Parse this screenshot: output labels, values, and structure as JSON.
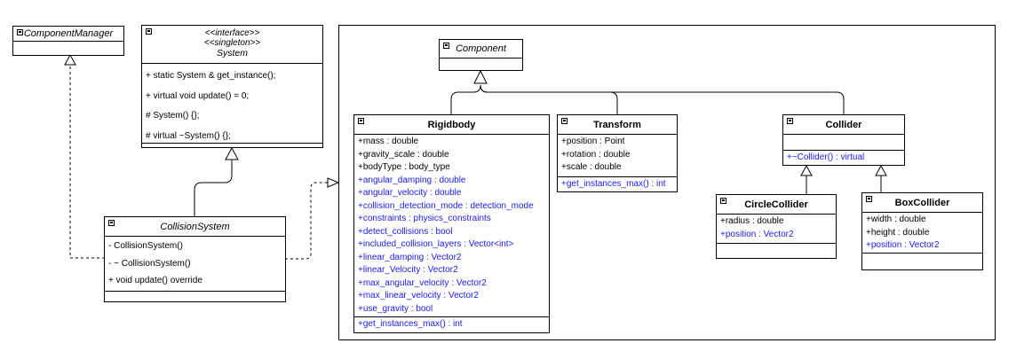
{
  "classes": {
    "component_manager": {
      "name": "ComponentManager"
    },
    "system": {
      "stereotype_1": "<<interface>>",
      "stereotype_2": "<<singleton>>",
      "name": "System",
      "ops": [
        "+ static System & get_instance();",
        "+ virtual void update() = 0;",
        "# System() {};",
        "# virtual ~System() {};"
      ]
    },
    "collision_system": {
      "name": "CollisionSystem",
      "ops": [
        "- CollisionSystem()",
        "- ~ CollisionSystem()",
        "+ void update() override"
      ]
    },
    "component": {
      "name": "Component"
    },
    "rigidbody": {
      "name": "Rigidbody",
      "attrs": [
        "+mass : double",
        "+gravity_scale : double",
        "+bodyType : body_type"
      ],
      "attrs_blue": [
        "+angular_damping : double",
        "+angular_velocity : double",
        "+collision_detection_mode : detection_mode",
        "+constraints : physics_constraints",
        "+detect_collisions : bool",
        "+included_collision_layers : Vector<int>",
        "+linear_damping : Vector2",
        "+linear_Velocity : Vector2",
        "+max_angular_velocity : Vector2",
        "+max_linear_velocity : Vector2",
        "+use_gravity : bool"
      ],
      "ops": [
        "+get_instances_max() : int"
      ]
    },
    "transform": {
      "name": "Transform",
      "attrs": [
        "+position : Point",
        "+rotation : double",
        "+scale : double"
      ],
      "ops": [
        "+get_instances_max() : int"
      ]
    },
    "collider": {
      "name": "Collider",
      "ops": [
        "+~Collider() : virtual"
      ]
    },
    "circle_collider": {
      "name": "CircleCollider",
      "attrs": [
        "+radius : double"
      ],
      "attrs_blue": [
        "+position : Vector2"
      ]
    },
    "box_collider": {
      "name": "BoxCollider",
      "attrs": [
        "+width : double",
        "+height : double"
      ],
      "attrs_blue": [
        "+position : Vector2"
      ]
    }
  },
  "colors": {
    "line": "#000000",
    "highlight_text": "#1a1aee"
  }
}
